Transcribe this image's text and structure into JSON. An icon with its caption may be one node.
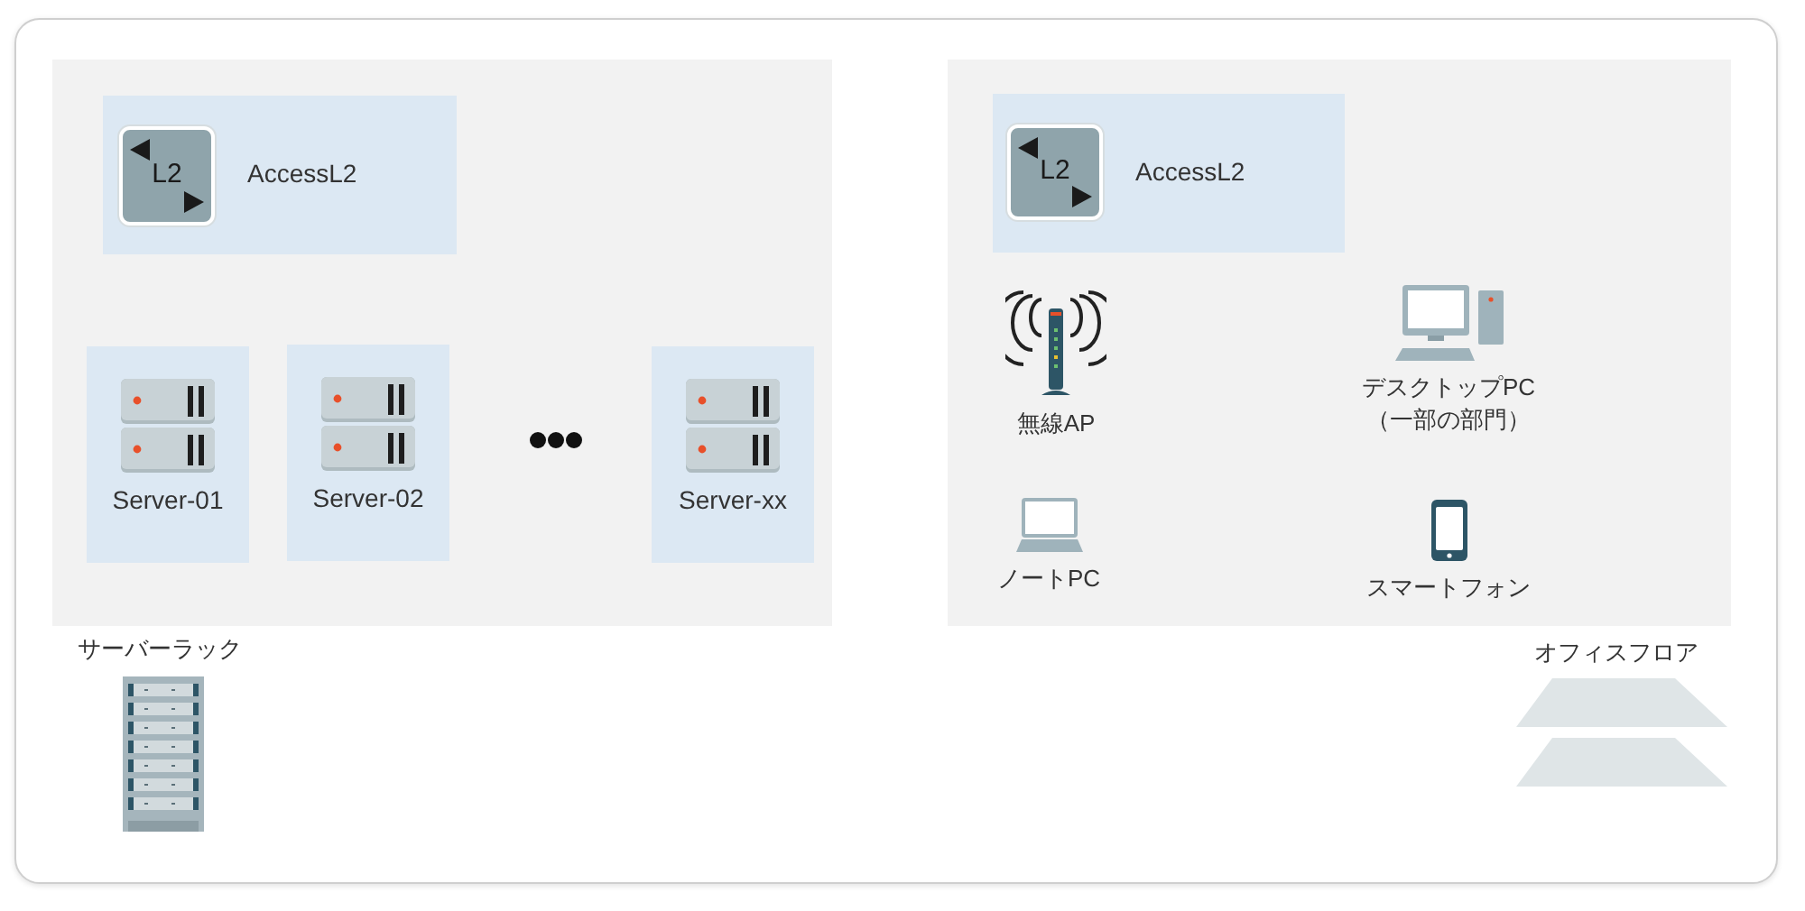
{
  "diagram": {
    "nodes": [
      {
        "text": [
          "サーバーラック"
        ]
      },
      {
        "text": [
          "AccessL2"
        ],
        "in": 0
      },
      {
        "text": [
          "L2"
        ],
        "in": 1
      },
      {
        "text": [
          "Server-01"
        ],
        "in": 0
      },
      {
        "text": [
          "Server-02"
        ],
        "in": 0
      },
      {
        "text": [
          "Server-xx"
        ],
        "in": 0
      },
      {
        "text": [
          "オフィスフロア"
        ]
      },
      {
        "text": [
          "AccessL2"
        ],
        "in": 6
      },
      {
        "text": [
          "L2"
        ],
        "in": 7
      },
      {
        "text": [
          "無線AP"
        ],
        "in": 6
      },
      {
        "text": [
          "デスクトップPC（一部の部門）"
        ],
        "in": 6
      },
      {
        "text": [
          "ノートPC"
        ],
        "in": 6
      },
      {
        "text": [
          "スマートフォン"
        ],
        "in": 6
      }
    ],
    "edges": []
  }
}
